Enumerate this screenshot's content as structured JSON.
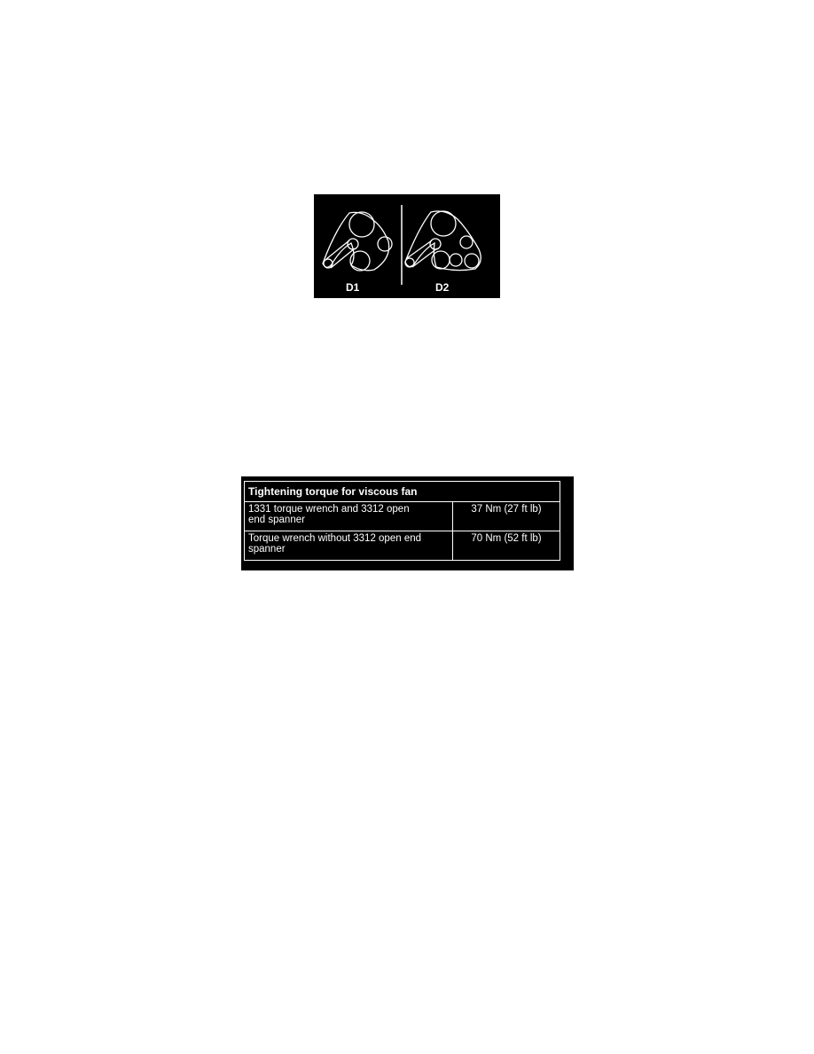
{
  "belt_diagram": {
    "labels": [
      "D1",
      "D2"
    ]
  },
  "torque_table": {
    "title": "Tightening torque for viscous fan",
    "rows": [
      {
        "method_line1": "1331 torque wrench and 3312 open",
        "method_line2": "end spanner",
        "value": "37 Nm (27 ft lb)"
      },
      {
        "method_line1": "Torque wrench without 3312 open end",
        "method_line2": "spanner",
        "value": "70 Nm (52 ft lb)"
      }
    ]
  }
}
